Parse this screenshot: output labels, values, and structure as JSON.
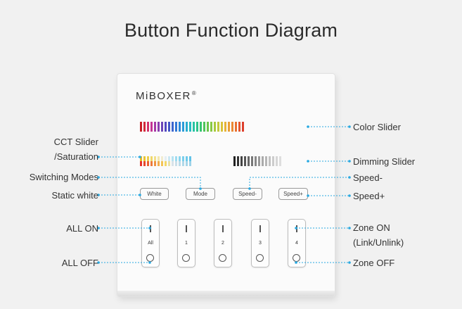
{
  "title": "Button Function Diagram",
  "brand": {
    "name": "MiBOXER",
    "mark": "®"
  },
  "buttons": {
    "white": "White",
    "mode": "Mode",
    "speed_minus": "Speed-",
    "speed_plus": "Speed+"
  },
  "keys": [
    "All",
    "1",
    "2",
    "3",
    "4"
  ],
  "labels": {
    "cct_line1": "CCT Slider",
    "cct_line2": "/Saturation",
    "switching_modes": "Switching Modes",
    "static_white": "Static white",
    "all_on": "ALL ON",
    "all_off": "ALL OFF",
    "color_slider": "Color Slider",
    "dimming_slider": "Dimming Slider",
    "speed_minus": "Speed-",
    "speed_plus": "Speed+",
    "zone_on_line1": "Zone ON",
    "zone_on_line2": "(Link/Unlink)",
    "zone_off": "Zone OFF"
  },
  "colors": {
    "leader": "#29a9e1",
    "color_strip": [
      "#c81d25",
      "#d22a3a",
      "#d3336d",
      "#c43494",
      "#a63aa6",
      "#8b3fb0",
      "#6b45b8",
      "#5249c0",
      "#4356c6",
      "#3b66ce",
      "#3178d6",
      "#2b89da",
      "#2a9bd8",
      "#28acd0",
      "#27bcbf",
      "#27c4a5",
      "#2bc48b",
      "#37c46f",
      "#4ec45a",
      "#6ac64b",
      "#88c842",
      "#a6c93d",
      "#c2c83b",
      "#d9c23a",
      "#e6b338",
      "#ea9f35",
      "#eb8833",
      "#e97131",
      "#e3572f",
      "#dc3f2c"
    ],
    "dim_strip": [
      "#222222",
      "#333333",
      "#444444",
      "#555555",
      "#666666",
      "#777777",
      "#888888",
      "#999999",
      "#aaaaaa",
      "#b6b6b6",
      "#c2c2c2",
      "#cccccc",
      "#d6d6d6",
      "#dedede"
    ],
    "cct_top": [
      "#e7bb2a",
      "#e9c534",
      "#ecce4a",
      "#efd86a",
      "#f1e08c",
      "#f3e7ad",
      "#f1ecd0",
      "#e3eef3",
      "#cce8f2",
      "#b5e2f1",
      "#9edcf0",
      "#8ad5ee",
      "#7acfec",
      "#6ec9ea",
      "#62c3e8"
    ],
    "cct_bottom": [
      "#e6322a",
      "#e8482d",
      "#ea6032",
      "#ed7a3a",
      "#ef9443",
      "#f1ad4c",
      "#f3c457",
      "#f5d866",
      "#e8e0a8",
      "#d8e2e8",
      "#cadfe9",
      "#bcdbe9",
      "#b0d8e9",
      "#a6d5e8",
      "#9dd3e8"
    ]
  }
}
